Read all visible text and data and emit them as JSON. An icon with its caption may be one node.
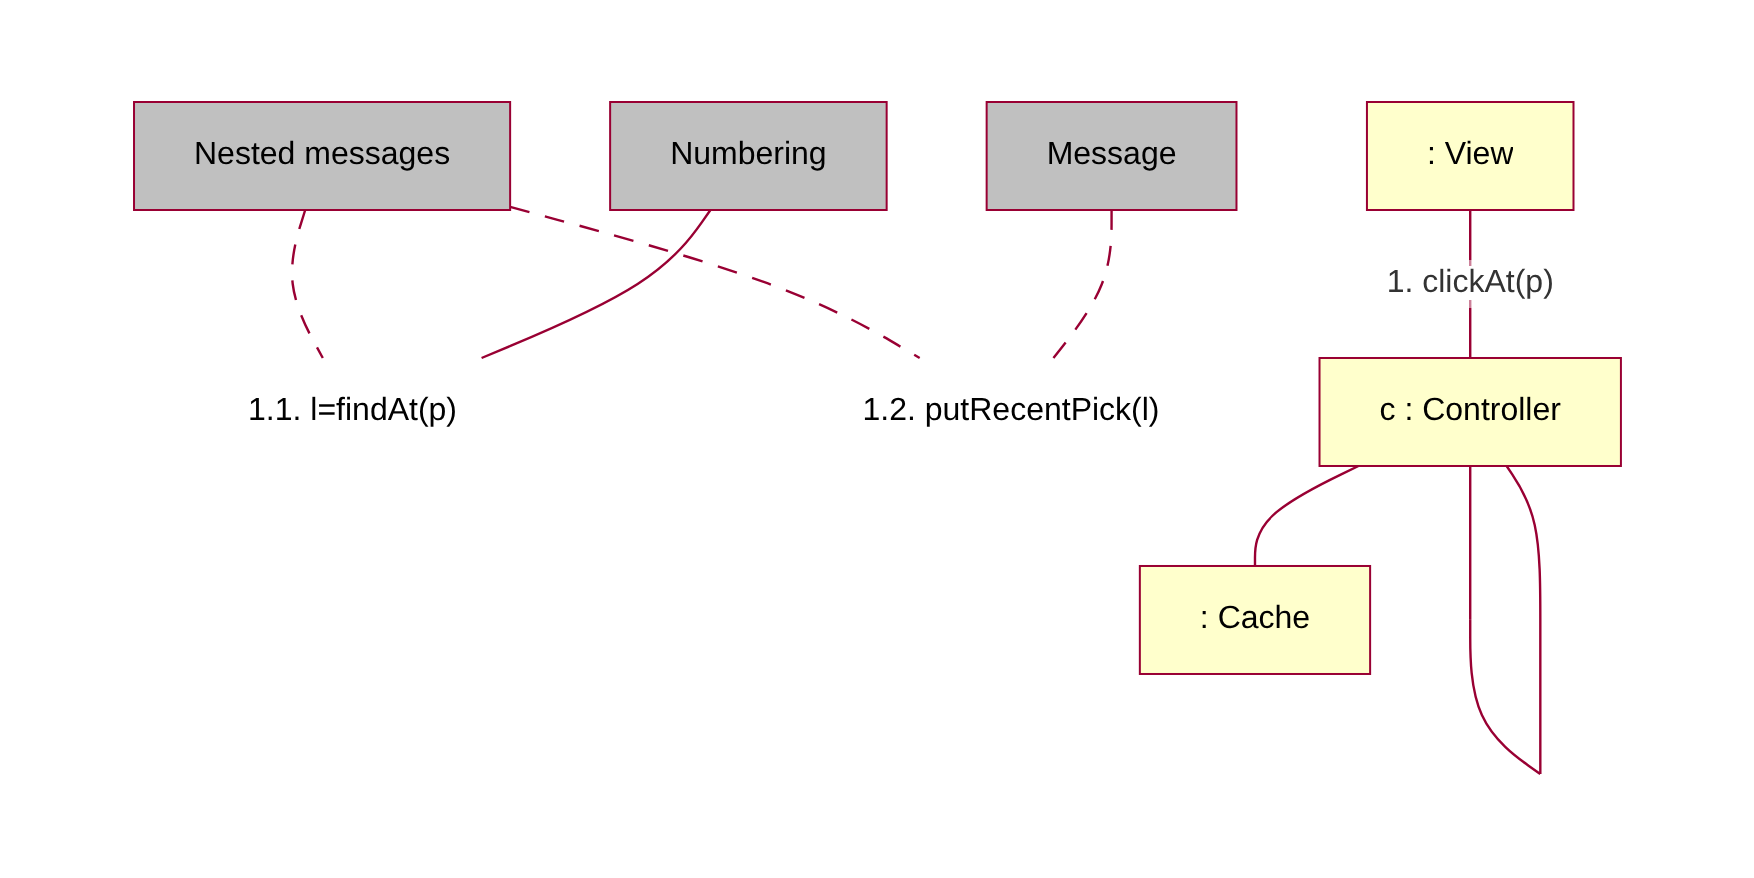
{
  "diagram": {
    "nodes": [
      {
        "text": [
          "Nested messages"
        ]
      },
      {
        "text": [
          "Numbering"
        ]
      },
      {
        "text": [
          "Message"
        ]
      },
      {
        "text": [
          "1.1. l=findAt(p)"
        ]
      },
      {
        "text": [
          "1.2. putRecentPick(l)"
        ]
      },
      {
        "text": [
          ": View"
        ]
      },
      {
        "text": [
          "c : Controller"
        ]
      },
      {
        "text": [
          ": Cache"
        ]
      }
    ],
    "edges": [
      {
        "from": 0,
        "to": 3,
        "arrow": "none",
        "style": "dashed"
      },
      {
        "from": 0,
        "to": 4,
        "arrow": "none",
        "style": "dashed"
      },
      {
        "from": 1,
        "to": 3,
        "arrow": "none"
      },
      {
        "from": 2,
        "to": 4,
        "arrow": "none",
        "style": "dashed"
      },
      {
        "from": 5,
        "to": 6,
        "arrow": "none",
        "label": "1. clickAt(p)"
      },
      {
        "from": 6,
        "to": 6,
        "arrow": "none"
      },
      {
        "from": 6,
        "to": 7,
        "arrow": "none"
      }
    ]
  }
}
